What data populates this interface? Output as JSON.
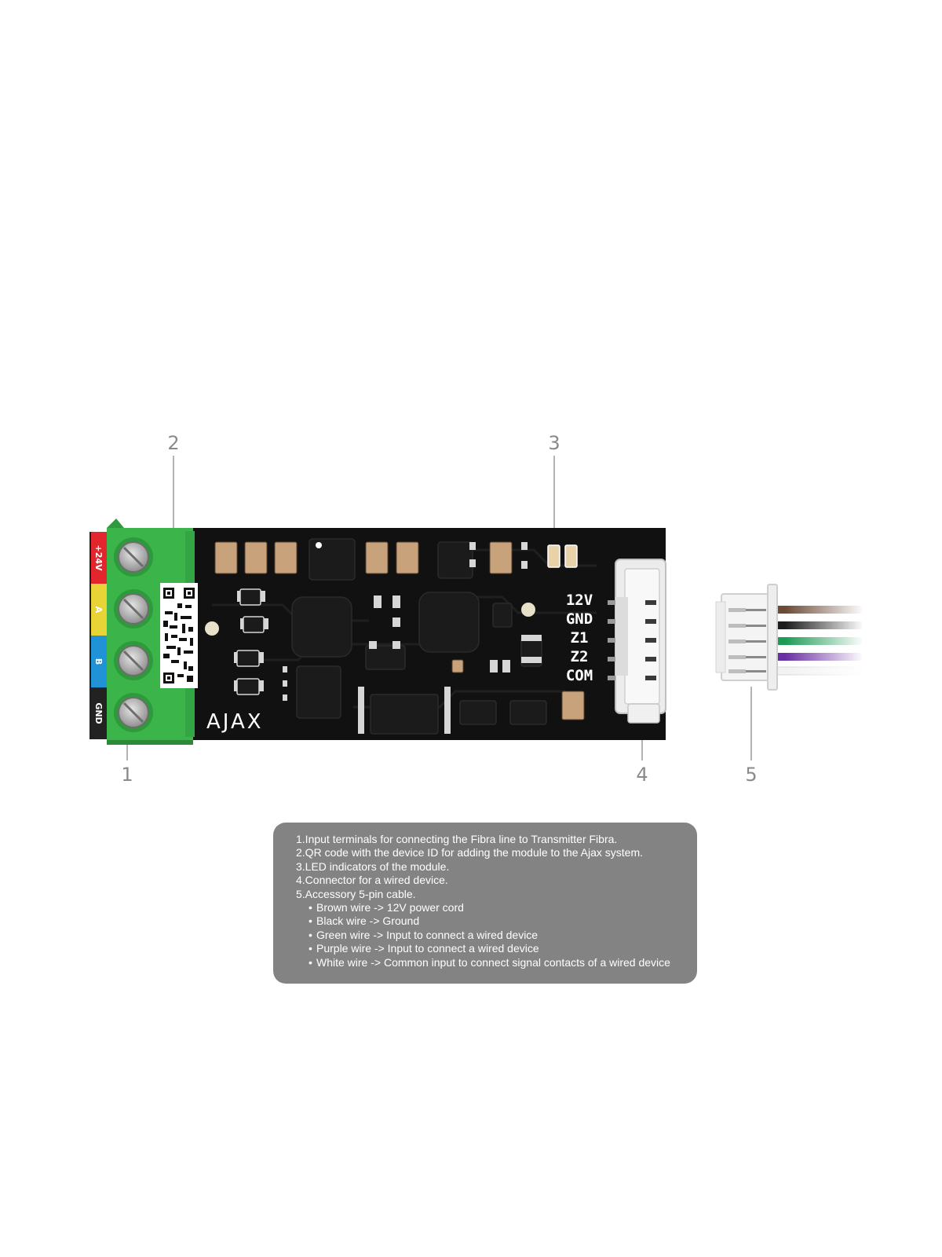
{
  "callouts": [
    "1",
    "2",
    "3",
    "4",
    "5"
  ],
  "terminal_block": {
    "labels": [
      "+24V",
      "A",
      "B",
      "GND"
    ],
    "colors": [
      "#e3262d",
      "#e8d437",
      "#1f93d6",
      "#222222"
    ],
    "body_color": "#3bb54a"
  },
  "board": {
    "brand": "AJAX",
    "silkscreen": [
      "12V",
      "GND",
      "Z1",
      "Z2",
      "COM"
    ],
    "pcb_color": "#111111"
  },
  "cable": {
    "wire_colors": [
      "#6b4a36",
      "#1c1c1c",
      "#1e9a55",
      "#6a2fa3",
      "#f2f2f2"
    ]
  },
  "legend": {
    "items": [
      "1.Input terminals for connecting the Fibra line to Transmitter Fibra.",
      "2.QR code with the device ID for adding the module to the Ajax system.",
      "3.LED indicators of the module.",
      "4.Connector for a wired device.",
      "5.Accessory 5-pin cable."
    ],
    "wires": [
      "Brown wire -> 12V power cord",
      "Black wire -> Ground",
      "Green wire -> Input to connect a wired device",
      "Purple wire -> Input to connect a wired device",
      "White wire -> Common input to connect signal contacts of a wired device"
    ]
  }
}
